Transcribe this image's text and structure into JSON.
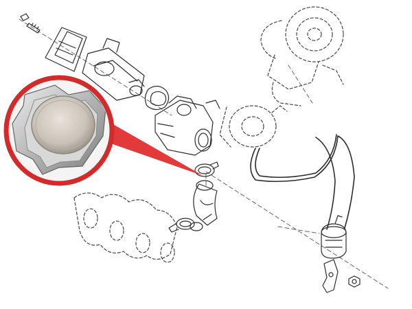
{
  "diagram": {
    "type": "exploded-parts-diagram",
    "colors": {
      "line": "#2b2b2b",
      "dashed": "#555555",
      "callout": "#d42a2a",
      "callout_fill": "#e23a3a",
      "disc": "#c9c2b8",
      "plate": "#b9b9b9",
      "background": "#ffffff"
    },
    "parts": [
      {
        "name": "stud-bolt"
      },
      {
        "name": "heat-shield"
      },
      {
        "name": "egr-valve"
      },
      {
        "name": "gasket"
      },
      {
        "name": "egr-cooler-housing"
      },
      {
        "name": "hose-clamp-upper"
      },
      {
        "name": "elbow-pipe"
      },
      {
        "name": "hose-clamp-lower"
      },
      {
        "name": "exhaust-manifold"
      },
      {
        "name": "turbocharger"
      },
      {
        "name": "vacuum-pump"
      },
      {
        "name": "vacuum-hose"
      },
      {
        "name": "solenoid-valve"
      },
      {
        "name": "mounting-bracket"
      },
      {
        "name": "nut"
      }
    ],
    "callout": {
      "part": "blanking-plate",
      "highlight": "magnified-inset"
    }
  }
}
